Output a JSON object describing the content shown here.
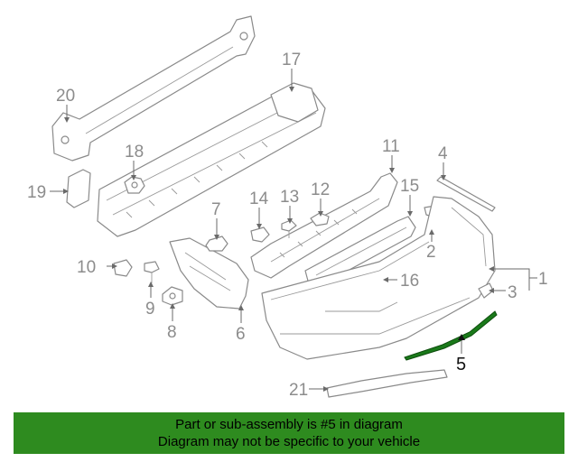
{
  "callouts": {
    "c1": "1",
    "c2": "2",
    "c3": "3",
    "c4": "4",
    "c5": "5",
    "c6": "6",
    "c7": "7",
    "c8": "8",
    "c9": "9",
    "c10": "10",
    "c11": "11",
    "c12": "12",
    "c13": "13",
    "c14": "14",
    "c15": "15",
    "c16": "16",
    "c17": "17",
    "c18": "18",
    "c19": "19",
    "c20": "20",
    "c21": "21"
  },
  "highlighted_part": "5",
  "footer": {
    "line1": "Part or sub-assembly is #5 in diagram",
    "line2": "Diagram may not be specific to your vehicle"
  },
  "colors": {
    "banner": "#2e8b1f",
    "highlight_part": "#1a7a1a",
    "line_art": "#8a8a8a"
  }
}
